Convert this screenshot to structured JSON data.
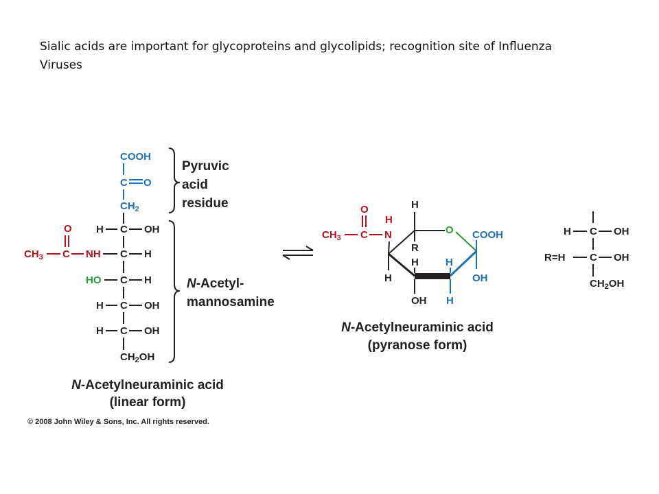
{
  "slide": {
    "caption": "Sialic acids are important for glycoproteins and glycolipids; recognition site of Influenza Viruses",
    "copyright": "© 2008 John Wiley & Sons, Inc. All rights reserved.",
    "equilibrium_icon": "equilibrium-arrow-icon"
  },
  "colors": {
    "black": "#231f20",
    "blue": "#1f6fb5",
    "red": "#b5121b",
    "green": "#2e9a3e"
  },
  "linear": {
    "cooh": "COOH",
    "c": "C",
    "o": "O",
    "ch2": "CH",
    "sub2": "2",
    "h": "H",
    "oh": "OH",
    "ch3": "CH",
    "sub3": "3",
    "nh": "NH",
    "ho": "HO",
    "ch2oh_ch": "CH",
    "ch2oh_oh": "OH",
    "bracket_pyruvic_1": "Pyruvic",
    "bracket_pyruvic_2": "acid",
    "bracket_pyruvic_3": "residue",
    "bracket_nacetyl_1_italic": "N",
    "bracket_nacetyl_1_rest": "-Acetyl-",
    "bracket_nacetyl_2": "mannosamine",
    "title_italic": "N",
    "title_rest": "-Acetylneuraminic acid",
    "subtitle": "(linear form)"
  },
  "pyranose": {
    "o_top": "O",
    "ch3": "CH",
    "sub3": "3",
    "c": "C",
    "h": "H",
    "n": "N",
    "ring_o": "O",
    "cooh": "COOH",
    "r": "R",
    "oh": "OH",
    "title_italic": "N",
    "title_rest": "-Acetylneuraminic acid",
    "subtitle": "(pyranose form)"
  },
  "r_group": {
    "h": "H",
    "c": "C",
    "oh": "OH",
    "r_eq": "R",
    "eq": "=",
    "ch2": "CH",
    "sub2": "2",
    "ch2oh_oh": "OH"
  }
}
